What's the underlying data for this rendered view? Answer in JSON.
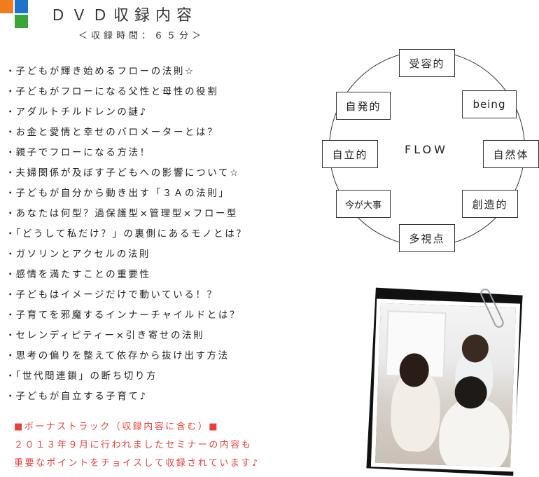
{
  "header": {
    "title": "ＤＶＤ収録内容",
    "subtitle": "＜収録時間：６５分＞"
  },
  "topics": [
    "子どもが輝き始めるフローの法則☆",
    "子どもがフローになる父性と母性の役割",
    "アダルトチルドレンの謎♪",
    "お金と愛情と幸せのバロメーターとは？",
    "親子でフローになる方法！",
    "夫婦関係が及ぼす子どもへの影響について☆",
    "子どもが自分から動き出す「３Ａの法則」",
    "あなたは何型？過保護型×管理型×フロー型",
    "「どうして私だけ？」の裏側にあるモノとは？",
    "ガソリンとアクセルの法則",
    "感情を満たすことの重要性",
    "子どもはイメージだけで動いている！？",
    "子育てを邪魔するインナーチャイルドとは？",
    "セレンディピティー×引き寄せの法則",
    "思考の偏りを整えて依存から抜け出す方法",
    "「世代間連鎖」の断ち切り方",
    "子どもが自立する子育て♪"
  ],
  "bonus": {
    "heading": "■ボーナストラック（収録内容に含む）■",
    "line1": "２０１３年９月に行われましたセミナーの内容も",
    "line2": "重要なポイントをチョイスして収録されています♪"
  },
  "diagram": {
    "center": "FLOW",
    "top": "受容的",
    "upper_left": "自発的",
    "upper_right": "being",
    "left": "自立的",
    "right": "自然体",
    "lower_left": "今が大事",
    "lower_right": "創造的",
    "bottom": "多視点"
  },
  "colors": {
    "logo_orange": "#f07c1e",
    "logo_blue": "#1e74c8",
    "logo_green": "#39a63a",
    "bonus_text": "#e8403c"
  }
}
